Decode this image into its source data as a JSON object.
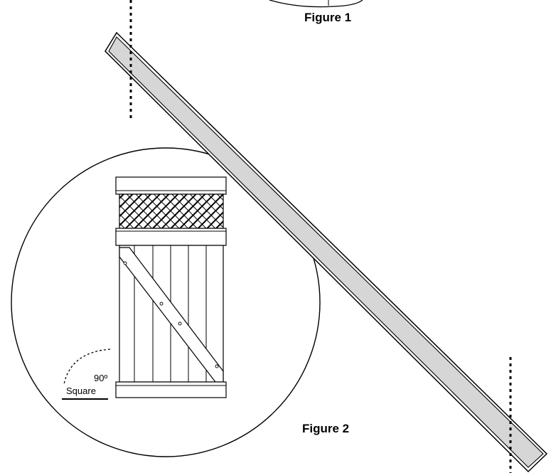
{
  "figure1": {
    "caption": "Figure 1"
  },
  "figure2": {
    "caption": "Figure 2",
    "angle_label": "90º",
    "square_label": "Square"
  },
  "colors": {
    "line": "#000000",
    "board_fill": "#d6d6d6",
    "background": "#ffffff"
  }
}
